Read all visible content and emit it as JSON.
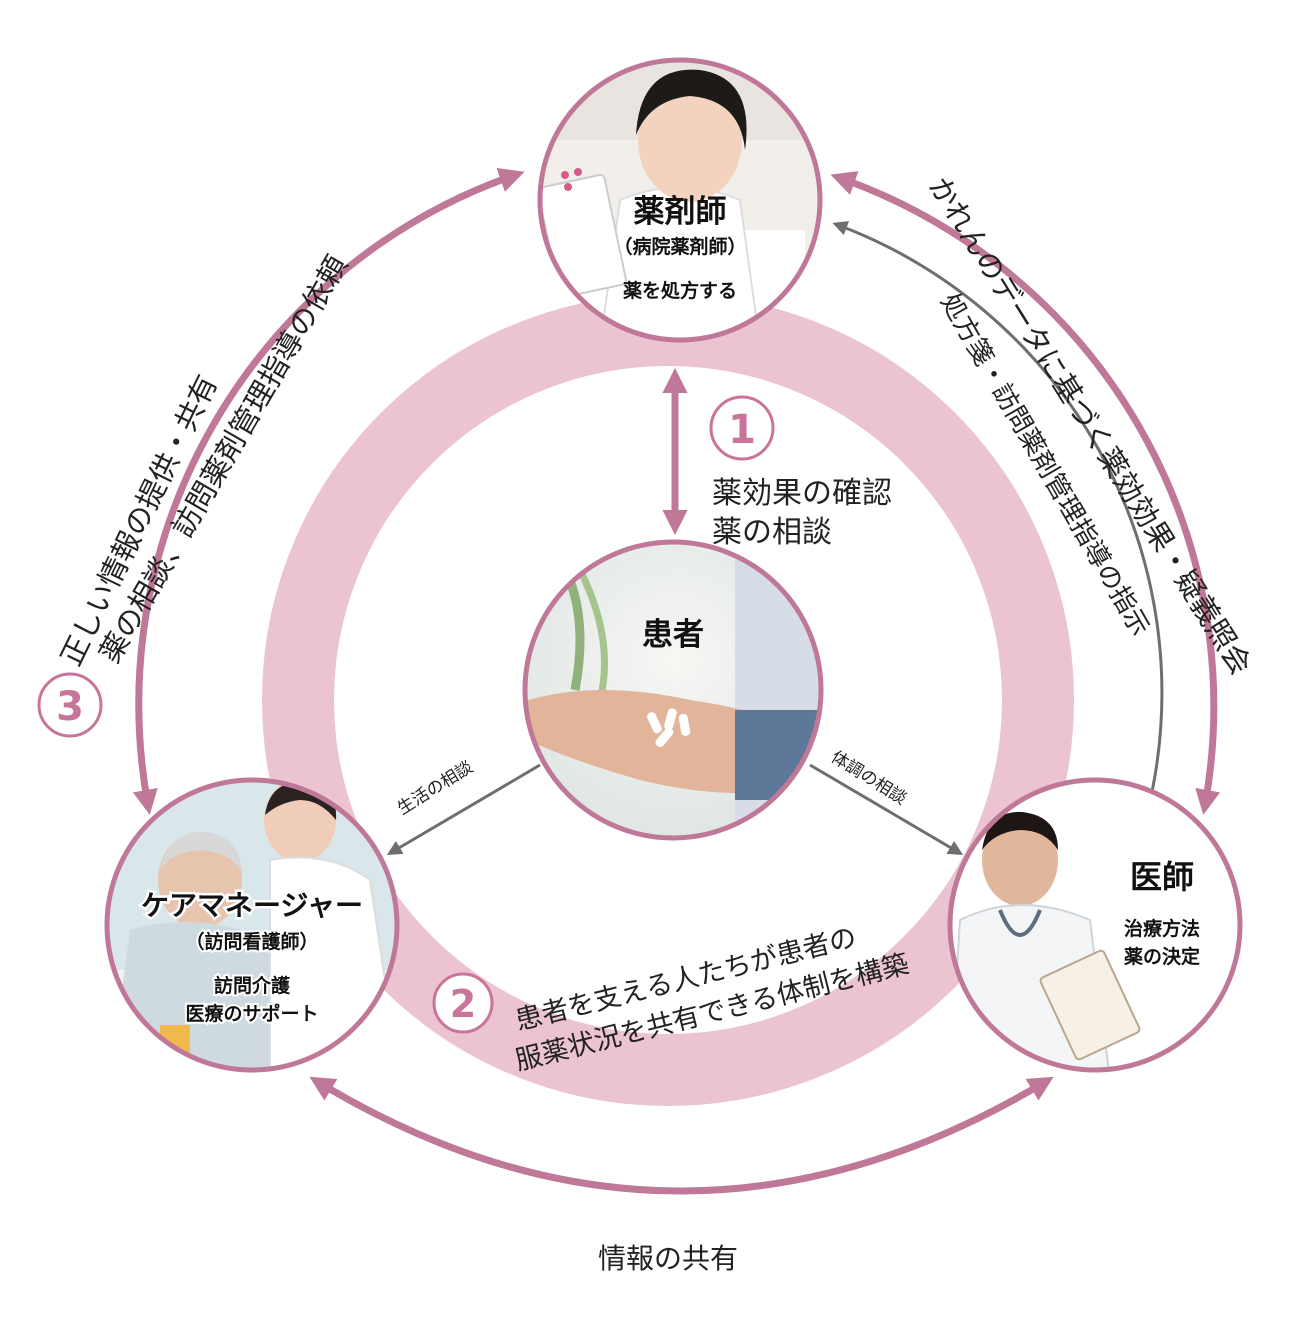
{
  "colors": {
    "ring": "#ebc3d1",
    "accent": "#c07898",
    "arrow_pink": "#c07898",
    "arrow_gray": "#6e6e6e",
    "circle_border": "#c07898",
    "number": "#c9749a"
  },
  "nodes": {
    "pharmacist": {
      "title": "薬剤師",
      "subtitle": "（病院薬剤師）",
      "role": "薬を処方する",
      "image": "pharmacist-photo"
    },
    "patient": {
      "title": "患者",
      "image": "hand-with-capsules-photo"
    },
    "care_manager": {
      "title": "ケアマネージャー",
      "subtitle": "（訪問看護師）",
      "role_line1": "訪問介護",
      "role_line2": "医療のサポート",
      "image": "caregiver-with-elderly-photo"
    },
    "doctor": {
      "title": "医師",
      "role_line1": "治療方法",
      "role_line2": "薬の決定",
      "image": "doctor-photo"
    }
  },
  "relations": {
    "step1": {
      "number": "1",
      "line1": "薬効果の確認",
      "line2": "薬の相談"
    },
    "step2": {
      "number": "2",
      "line1": "患者を支える人たちが患者の",
      "line2": "服薬状況を共有できる体制を構築"
    },
    "step3": {
      "number": "3",
      "line1": "正しい情報の提供・共有",
      "line2": "薬の相談、訪問薬剤管理指導の依頼"
    },
    "right_outer": "かれんのデータに基づく薬効効果・疑義照会",
    "right_inner": "処方箋・訪問薬剤管理指導の指示",
    "bottom": "情報の共有",
    "life_consult": "生活の相談",
    "health_consult": "体調の相談"
  }
}
